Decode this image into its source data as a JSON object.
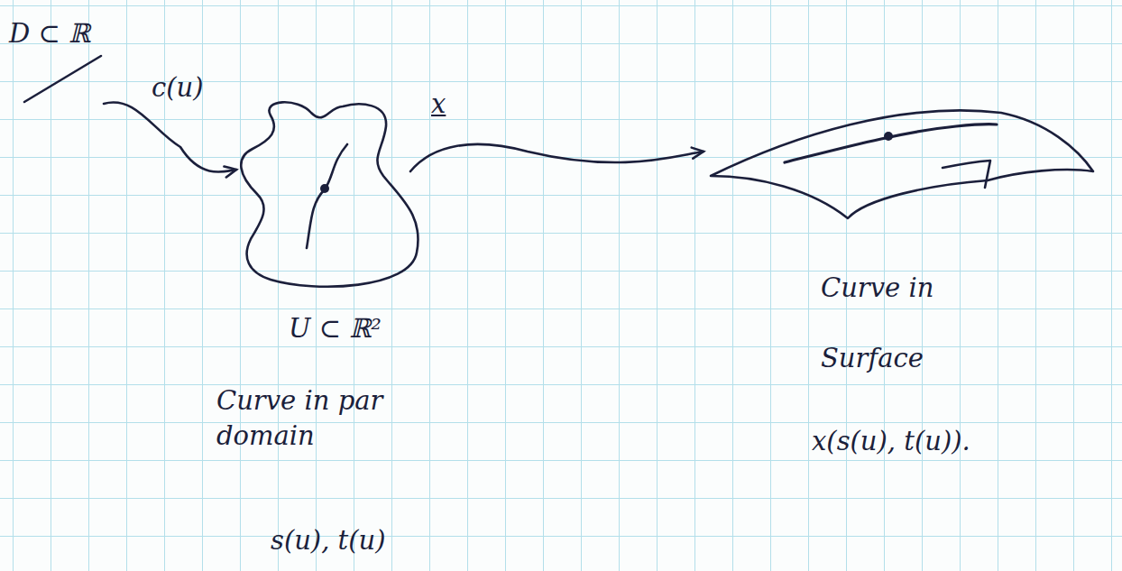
{
  "diagram": {
    "nodes": [
      {
        "text": [
          "D ⊂ ℝ"
        ]
      },
      {
        "text": [
          "U ⊂ ℝ²",
          "Curve in par domain",
          "s(u), t(u)"
        ]
      },
      {
        "text": [
          "Curve in Surface",
          "x(s(u), t(u))."
        ]
      }
    ],
    "edges": [
      {
        "from": 0,
        "to": 1,
        "label": "c(u)",
        "arrow": "to"
      },
      {
        "from": 1,
        "to": 2,
        "label": "x",
        "arrow": "to"
      }
    ]
  }
}
